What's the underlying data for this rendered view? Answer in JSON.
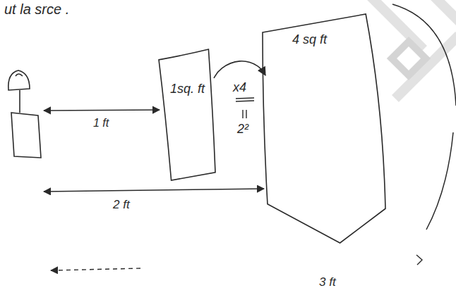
{
  "diagram": {
    "nodes": [
      {
        "text": [
          "1sq. ft"
        ]
      },
      {
        "text": [
          "4 sq ft"
        ]
      }
    ],
    "edges": [
      {
        "from": 0,
        "to": 1,
        "arrow": "to",
        "label": "x4"
      }
    ],
    "labels": [
      "ut la srce .",
      "1 ft",
      "2²",
      "2 ft",
      "3 ft"
    ]
  }
}
